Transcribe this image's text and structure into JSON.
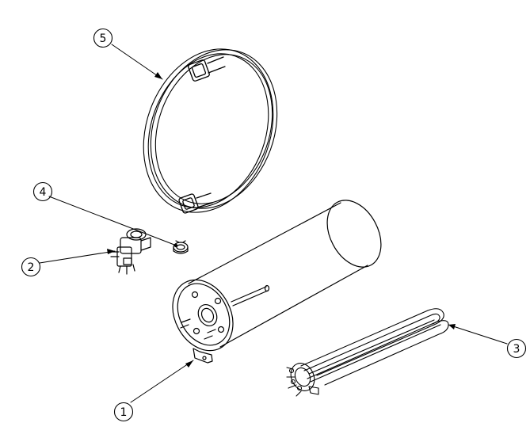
{
  "callouts": [
    {
      "id": "1",
      "label": "1",
      "part": "tank"
    },
    {
      "id": "2",
      "label": "2",
      "part": "valve"
    },
    {
      "id": "3",
      "label": "3",
      "part": "heating-element"
    },
    {
      "id": "4",
      "label": "4",
      "part": "small-fitting"
    },
    {
      "id": "5",
      "label": "5",
      "part": "hose"
    }
  ],
  "colors": {
    "line": "#000000",
    "background": "#ffffff"
  }
}
